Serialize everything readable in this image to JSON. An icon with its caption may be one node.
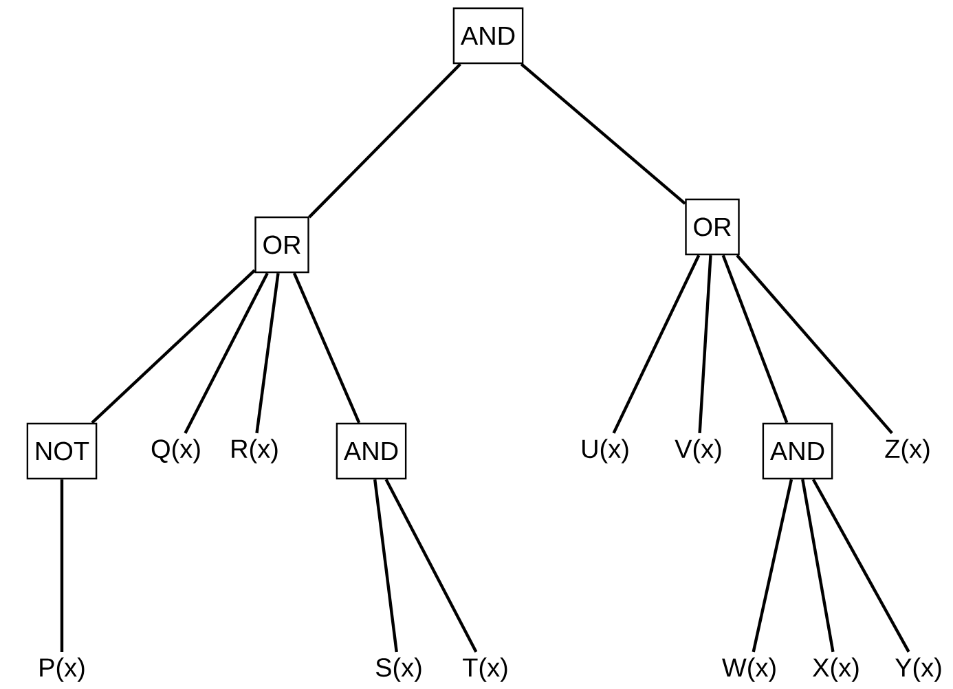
{
  "diagram": {
    "nodes": [
      {
        "text": [
          "AND"
        ]
      },
      {
        "text": [
          "OR"
        ]
      },
      {
        "text": [
          "OR"
        ]
      },
      {
        "text": [
          "NOT"
        ]
      },
      {
        "text": [
          "Q(x)"
        ]
      },
      {
        "text": [
          "R(x)"
        ]
      },
      {
        "text": [
          "AND"
        ]
      },
      {
        "text": [
          "P(x)"
        ]
      },
      {
        "text": [
          "S(x)"
        ]
      },
      {
        "text": [
          "T(x)"
        ]
      },
      {
        "text": [
          "U(x)"
        ]
      },
      {
        "text": [
          "V(x)"
        ]
      },
      {
        "text": [
          "AND"
        ]
      },
      {
        "text": [
          "Z(x)"
        ]
      },
      {
        "text": [
          "W(x)"
        ]
      },
      {
        "text": [
          "X(x)"
        ]
      },
      {
        "text": [
          "Y(x)"
        ]
      }
    ],
    "edges": [
      {
        "from": 0,
        "to": 1,
        "arrow": "none"
      },
      {
        "from": 0,
        "to": 2,
        "arrow": "none"
      },
      {
        "from": 1,
        "to": 3,
        "arrow": "none"
      },
      {
        "from": 1,
        "to": 4,
        "arrow": "none"
      },
      {
        "from": 1,
        "to": 5,
        "arrow": "none"
      },
      {
        "from": 1,
        "to": 6,
        "arrow": "none"
      },
      {
        "from": 3,
        "to": 7,
        "arrow": "none"
      },
      {
        "from": 6,
        "to": 8,
        "arrow": "none"
      },
      {
        "from": 6,
        "to": 9,
        "arrow": "none"
      },
      {
        "from": 2,
        "to": 10,
        "arrow": "none"
      },
      {
        "from": 2,
        "to": 11,
        "arrow": "none"
      },
      {
        "from": 2,
        "to": 12,
        "arrow": "none"
      },
      {
        "from": 2,
        "to": 13,
        "arrow": "none"
      },
      {
        "from": 12,
        "to": 14,
        "arrow": "none"
      },
      {
        "from": 12,
        "to": 15,
        "arrow": "none"
      },
      {
        "from": 12,
        "to": 16,
        "arrow": "none"
      }
    ]
  }
}
